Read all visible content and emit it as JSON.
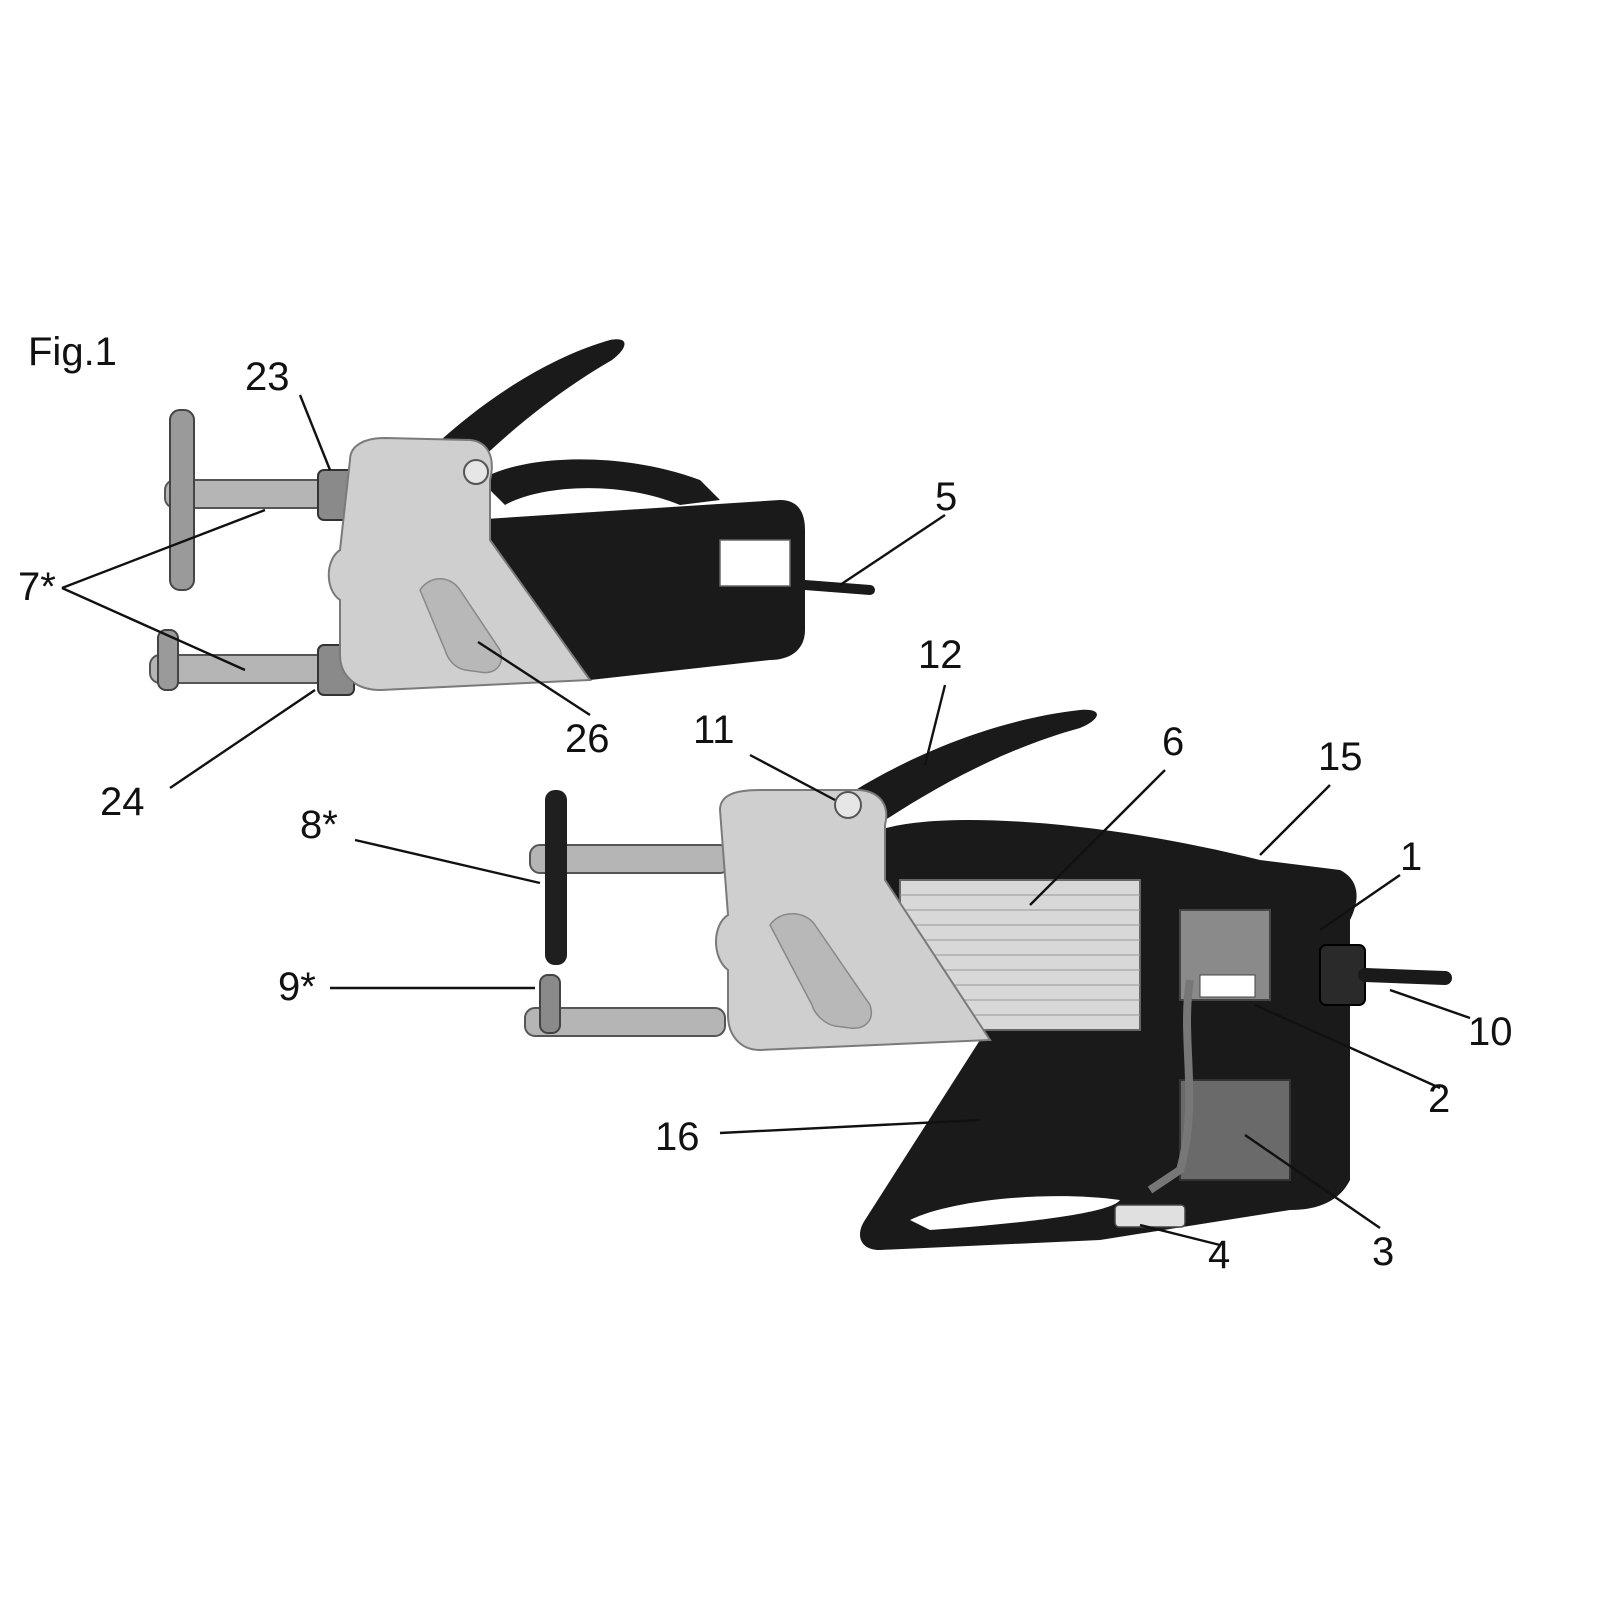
{
  "figure": {
    "title": "Fig.1"
  },
  "colors": {
    "ink": "#111111",
    "housing_black": "#1a1a1a",
    "aluminium": "#cfcfcf",
    "aluminium_dark": "#9a9a9a",
    "steel": "#b5b5b5",
    "background": "#ffffff"
  },
  "labels": {
    "l23": "23",
    "l5": "5",
    "l7": "7*",
    "l24": "24",
    "l26": "26",
    "l12": "12",
    "l11": "11",
    "l6": "6",
    "l15": "15",
    "l1": "1",
    "l8": "8*",
    "l9": "9*",
    "l10": "10",
    "l2": "2",
    "l16": "16",
    "l3": "3",
    "l4": "4"
  }
}
